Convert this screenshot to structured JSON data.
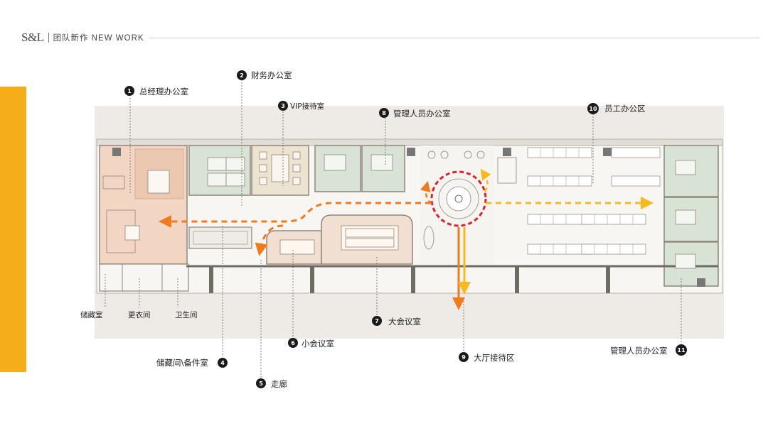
{
  "header": {
    "logo": "S&L",
    "title": "团队新作 NEW WORK"
  },
  "colors": {
    "accent_bar": "#f6ad1a",
    "orange_path": "#f07a1e",
    "red_ring": "#d9242b",
    "yellow_path": "#f6b91e",
    "gm_office_fill": "#f2d5c2",
    "meeting_fill": "#f1e0d2",
    "green_office_fill": "#d8e3d5",
    "vip_fill": "#ece3d0"
  },
  "rooms": [
    {
      "num": "1",
      "label": "总经理办公室"
    },
    {
      "num": "2",
      "label": "财务办公室"
    },
    {
      "num": "3",
      "label": "VIP接待室"
    },
    {
      "num": "4",
      "label": "储藏间\\备件室"
    },
    {
      "num": "5",
      "label": "走廊"
    },
    {
      "num": "6",
      "label": "小会议室"
    },
    {
      "num": "7",
      "label": "大会议室"
    },
    {
      "num": "8",
      "label": "管理人员办公室"
    },
    {
      "num": "9",
      "label": "大厅接待区"
    },
    {
      "num": "10",
      "label": "员工办公区"
    },
    {
      "num": "11",
      "label": "管理人员办公室"
    }
  ],
  "minor_labels": {
    "storage": "储藏室",
    "changing": "更衣间",
    "restroom": "卫生间"
  }
}
